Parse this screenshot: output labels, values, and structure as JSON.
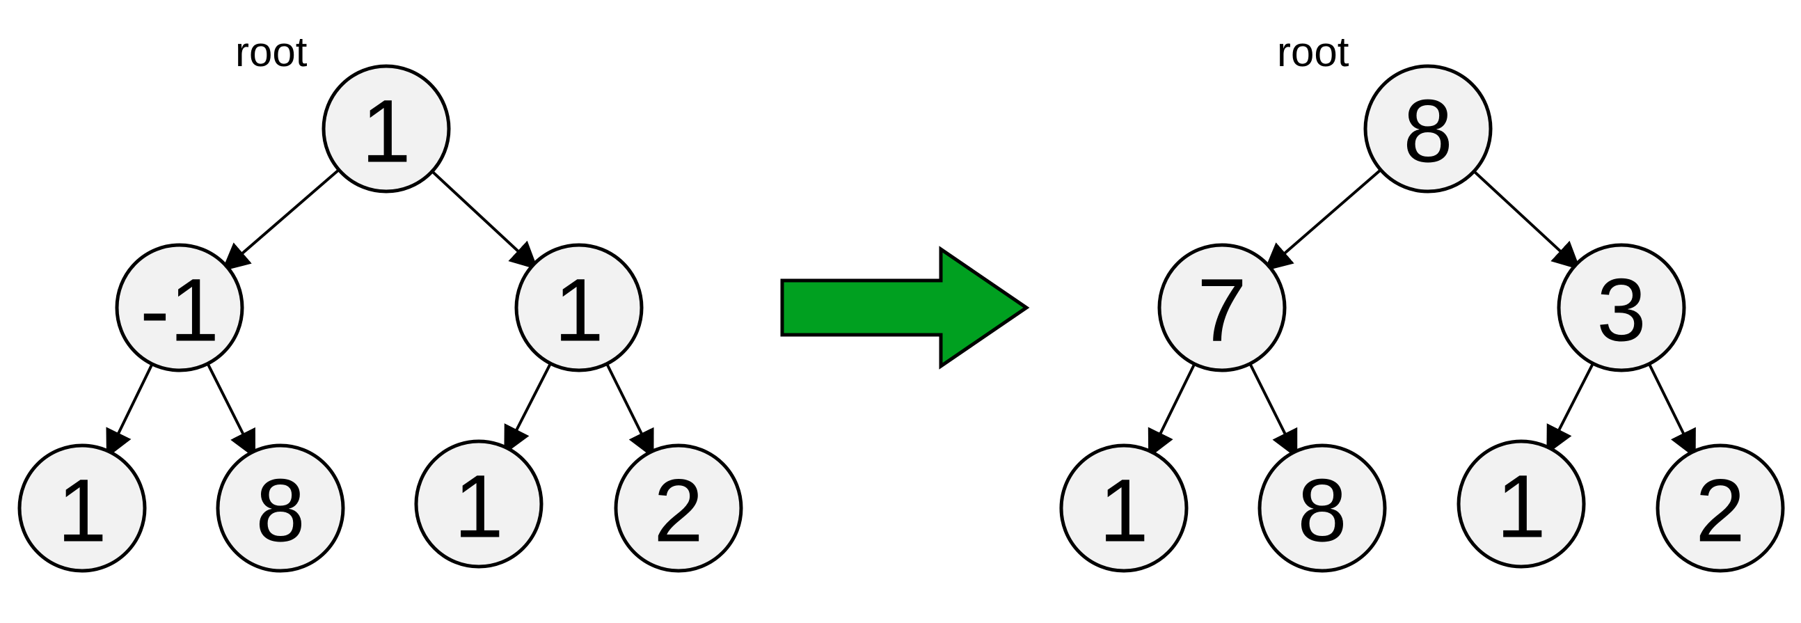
{
  "colors": {
    "node_fill": "#f2f2f2",
    "node_stroke": "#000000",
    "arrow_fill": "#00a020",
    "arrow_stroke": "#000000"
  },
  "left_tree": {
    "root_label": "root",
    "nodes": [
      "1",
      "-1",
      "1",
      "1",
      "8",
      "1",
      "2"
    ]
  },
  "right_tree": {
    "root_label": "root",
    "nodes": [
      "8",
      "7",
      "3",
      "1",
      "8",
      "1",
      "2"
    ]
  },
  "transition_arrow": {
    "icon": "right-arrow-icon"
  }
}
